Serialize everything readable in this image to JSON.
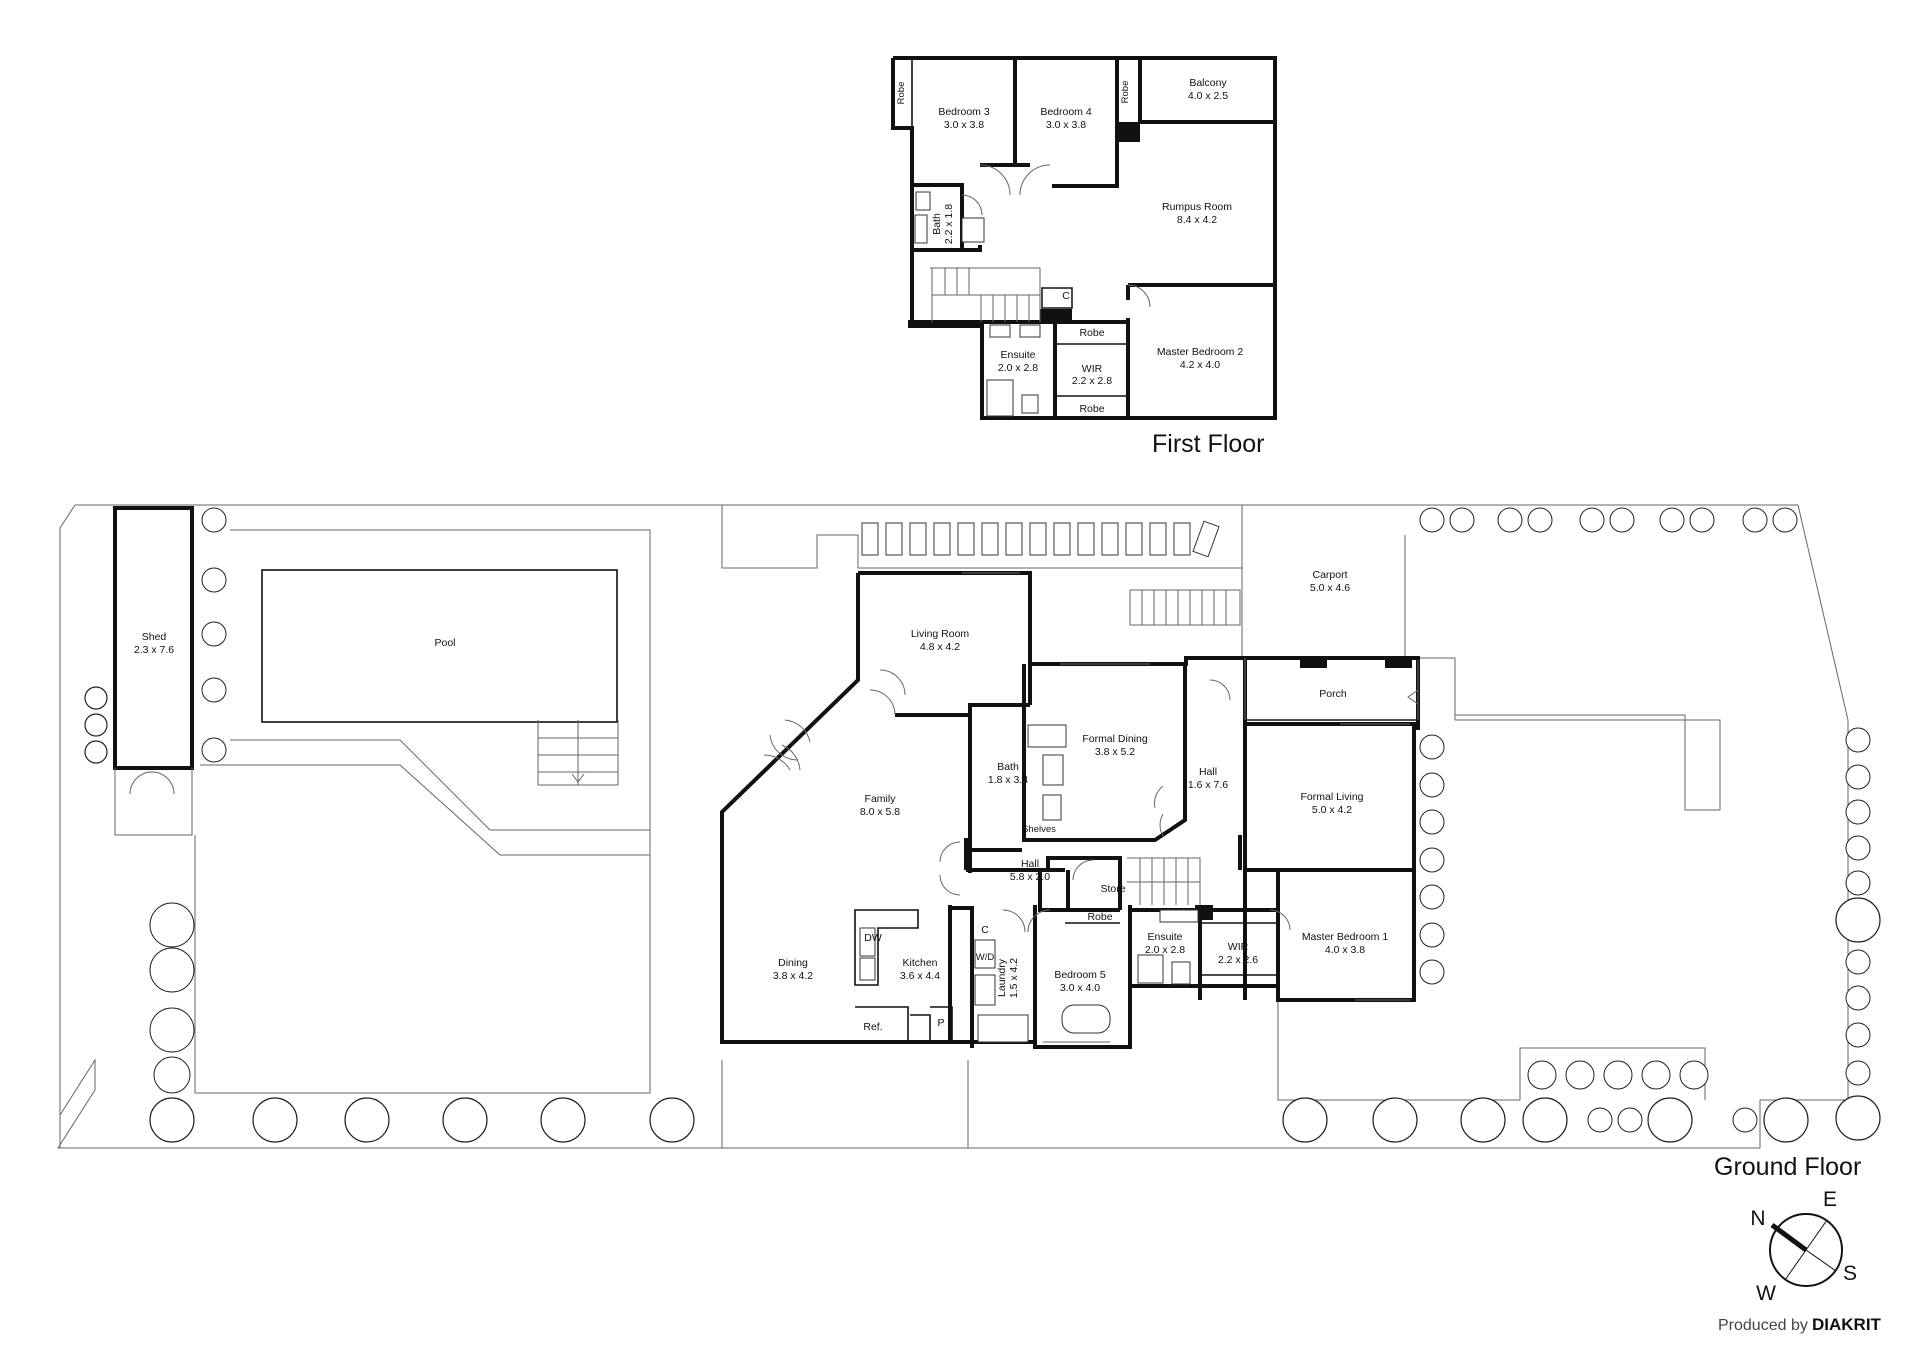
{
  "first_floor": {
    "title": "First Floor",
    "rooms": [
      {
        "key": "robe_ff_1",
        "name": "Robe",
        "dims": ""
      },
      {
        "key": "bedroom3",
        "name": "Bedroom 3",
        "dims": "3.0 x 3.8"
      },
      {
        "key": "bedroom4",
        "name": "Bedroom 4",
        "dims": "3.0 x 3.8"
      },
      {
        "key": "robe_ff_2",
        "name": "Robe",
        "dims": ""
      },
      {
        "key": "balcony",
        "name": "Balcony",
        "dims": "4.0 x 2.5"
      },
      {
        "key": "rumpus",
        "name": "Rumpus Room",
        "dims": "8.4 x 4.2"
      },
      {
        "key": "bath_ff",
        "name": "Bath",
        "dims": "2.2 x 1.8"
      },
      {
        "key": "cupboard_ff",
        "name": "C",
        "dims": ""
      },
      {
        "key": "ensuite_ff",
        "name": "Ensuite",
        "dims": "2.0 x 2.8"
      },
      {
        "key": "robe_ff_3",
        "name": "Robe",
        "dims": ""
      },
      {
        "key": "wir_ff",
        "name": "WIR",
        "dims": "2.2 x 2.8"
      },
      {
        "key": "robe_ff_4",
        "name": "Robe",
        "dims": ""
      },
      {
        "key": "master2",
        "name": "Master Bedroom 2",
        "dims": "4.2 x 4.0"
      }
    ]
  },
  "ground_floor": {
    "title": "Ground Floor",
    "rooms": [
      {
        "key": "shed",
        "name": "Shed",
        "dims": "2.3 x 7.6"
      },
      {
        "key": "pool",
        "name": "Pool",
        "dims": ""
      },
      {
        "key": "living",
        "name": "Living Room",
        "dims": "4.8 x 4.2"
      },
      {
        "key": "carport",
        "name": "Carport",
        "dims": "5.0 x 4.6"
      },
      {
        "key": "porch",
        "name": "Porch",
        "dims": ""
      },
      {
        "key": "formal_dining",
        "name": "Formal Dining",
        "dims": "3.8 x 5.2"
      },
      {
        "key": "bath_gf",
        "name": "Bath",
        "dims": "1.8 x 3.4"
      },
      {
        "key": "shelves",
        "name": "Shelves",
        "dims": ""
      },
      {
        "key": "hall_1",
        "name": "Hall",
        "dims": "1.6 x 7.6"
      },
      {
        "key": "formal_living",
        "name": "Formal Living",
        "dims": "5.0 x 4.2"
      },
      {
        "key": "family",
        "name": "Family",
        "dims": "8.0 x 5.8"
      },
      {
        "key": "hall_2",
        "name": "Hall",
        "dims": "5.8 x 2.0"
      },
      {
        "key": "store",
        "name": "Store",
        "dims": ""
      },
      {
        "key": "robe_gf",
        "name": "Robe",
        "dims": ""
      },
      {
        "key": "ensuite_gf",
        "name": "Ensuite",
        "dims": "2.0 x 2.8"
      },
      {
        "key": "wir_gf",
        "name": "WIR",
        "dims": "2.2 x 2.6"
      },
      {
        "key": "master1",
        "name": "Master Bedroom 1",
        "dims": "4.0 x 3.8"
      },
      {
        "key": "dining",
        "name": "Dining",
        "dims": "3.8 x 4.2"
      },
      {
        "key": "kitchen",
        "name": "Kitchen",
        "dims": "3.6 x 4.4"
      },
      {
        "key": "laundry",
        "name": "Laundry",
        "dims": "1.5 x 4.2"
      },
      {
        "key": "bedroom5",
        "name": "Bedroom 5",
        "dims": "3.0 x 4.0"
      },
      {
        "key": "cupboard_gf",
        "name": "C",
        "dims": ""
      },
      {
        "key": "wd",
        "name": "W/D",
        "dims": ""
      },
      {
        "key": "dw",
        "name": "DW",
        "dims": ""
      },
      {
        "key": "ref",
        "name": "Ref.",
        "dims": ""
      },
      {
        "key": "pantry",
        "name": "P",
        "dims": ""
      }
    ]
  },
  "compass": {
    "n": "N",
    "e": "E",
    "s": "S",
    "w": "W"
  },
  "credit": {
    "prefix": "Produced by",
    "brand": "DIAKRIT"
  }
}
